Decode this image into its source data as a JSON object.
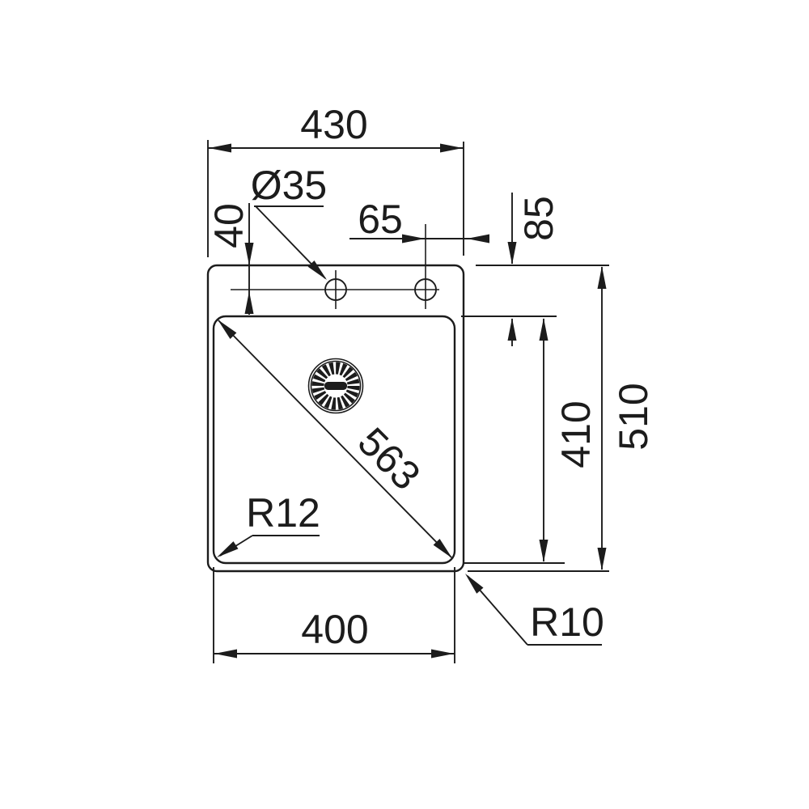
{
  "drawing": {
    "type": "technical-dimension-drawing",
    "subject": "kitchen sink top view with tap holes, drain and dimension lines",
    "unit": "mm",
    "line_color": "#1c1c1c",
    "background_color": "#ffffff",
    "labels": {
      "overall_width": "430",
      "tap_hole_diameter": "Ø35",
      "tap_hole_offset_top": "40",
      "tap_hole_offset_right": "65",
      "rim_to_bowl": "85",
      "overall_depth": "510",
      "bowl_depth": "410",
      "bowl_diagonal": "563",
      "bowl_corner_radius": "R12",
      "bowl_width": "400",
      "outer_corner_radius": "R10"
    }
  }
}
